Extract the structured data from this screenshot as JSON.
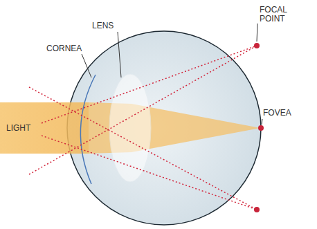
{
  "diagram": {
    "labels": [
      "LENS",
      "CORNEA",
      "FOCAL POINT",
      "FOVEA",
      "LIGHT"
    ]
  }
}
